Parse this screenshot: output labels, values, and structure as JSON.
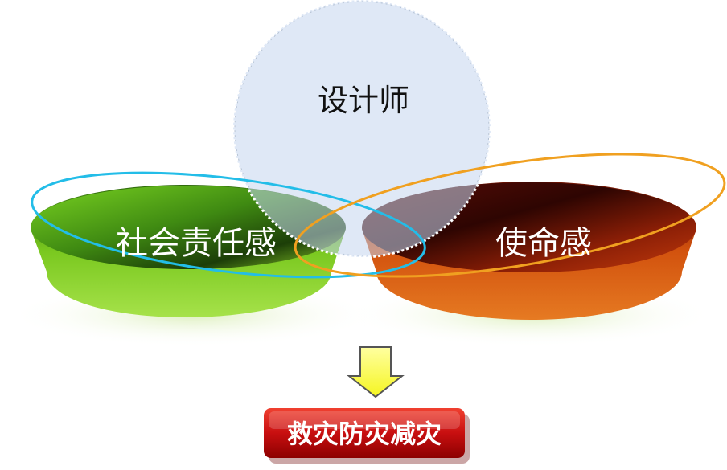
{
  "diagram": {
    "top_circle_label": "设计师",
    "left_disc_label": "社会责任感",
    "right_disc_label": "使命感",
    "result_label": "救灾防灾减灾"
  },
  "colors": {
    "circle_fill": "#c5d6ef",
    "left_ring": "#23bde8",
    "right_ring": "#f0a020",
    "left_disc": "#6fbf1a",
    "right_disc": "#b03a0c",
    "arrow_fill": "#ffff4a",
    "result_box": "#c80f10"
  }
}
